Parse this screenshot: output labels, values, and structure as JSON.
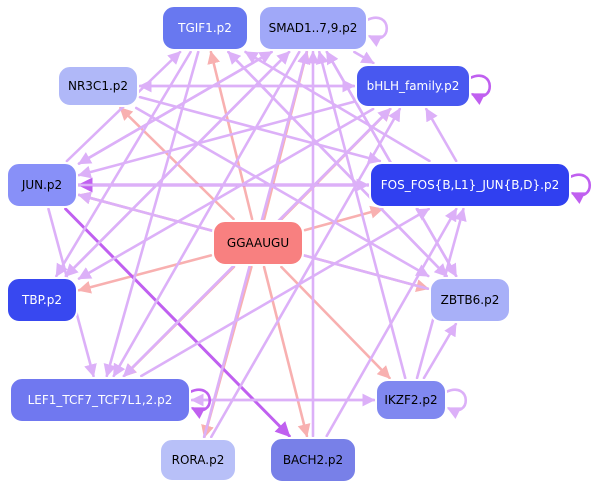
{
  "colors": {
    "center": "#f88080",
    "edge_center": "#f8b0b0",
    "edge_purple": "#dcb0f8",
    "edge_violet": "#c060f0",
    "node_border": "#ffffff",
    "text_light": "#ffffff",
    "text_dark": "#000000"
  },
  "nodes": [
    {
      "id": "tgif1",
      "label": "TGIF1.p2",
      "fill": "#6878f0",
      "text": "light"
    },
    {
      "id": "smad",
      "label": "SMAD1..7,9.p2",
      "fill": "#a0a8f8",
      "text": "dark"
    },
    {
      "id": "nr3c1",
      "label": "NR3C1.p2",
      "fill": "#b0b8f8",
      "text": "dark"
    },
    {
      "id": "bhlh",
      "label": "bHLH_family.p2",
      "fill": "#4858f0",
      "text": "light"
    },
    {
      "id": "jun",
      "label": "JUN.p2",
      "fill": "#8890f8",
      "text": "dark"
    },
    {
      "id": "fos",
      "label": "FOS_FOS{B,L1}_JUN{B,D}.p2",
      "fill": "#3040f0",
      "text": "light"
    },
    {
      "id": "center",
      "label": "GGAAUGU",
      "fill": "#f88080",
      "text": "dark"
    },
    {
      "id": "tbp",
      "label": "TBP.p2",
      "fill": "#3848f0",
      "text": "light"
    },
    {
      "id": "zbtb6",
      "label": "ZBTB6.p2",
      "fill": "#a8b0f8",
      "text": "dark"
    },
    {
      "id": "lef1",
      "label": "LEF1_TCF7_TCF7L1,2.p2",
      "fill": "#7078f0",
      "text": "light"
    },
    {
      "id": "ikzf2",
      "label": "IKZF2.p2",
      "fill": "#8088f0",
      "text": "dark"
    },
    {
      "id": "rora",
      "label": "RORA.p2",
      "fill": "#b8c0f8",
      "text": "dark"
    },
    {
      "id": "bach2",
      "label": "BACH2.p2",
      "fill": "#7880e8",
      "text": "dark"
    }
  ],
  "edges": [
    {
      "from": "center",
      "to": "tgif1",
      "kind": "center"
    },
    {
      "from": "center",
      "to": "smad",
      "kind": "center"
    },
    {
      "from": "center",
      "to": "nr3c1",
      "kind": "center"
    },
    {
      "from": "center",
      "to": "bhlh",
      "kind": "center"
    },
    {
      "from": "center",
      "to": "jun",
      "kind": "center"
    },
    {
      "from": "center",
      "to": "fos",
      "kind": "center"
    },
    {
      "from": "center",
      "to": "tbp",
      "kind": "center"
    },
    {
      "from": "center",
      "to": "zbtb6",
      "kind": "center"
    },
    {
      "from": "center",
      "to": "lef1",
      "kind": "center"
    },
    {
      "from": "center",
      "to": "ikzf2",
      "kind": "center"
    },
    {
      "from": "center",
      "to": "rora",
      "kind": "center"
    },
    {
      "from": "center",
      "to": "bach2",
      "kind": "center"
    },
    {
      "from": "jun",
      "to": "bach2",
      "kind": "violet"
    },
    {
      "from": "fos",
      "to": "jun",
      "kind": "violet"
    },
    {
      "from": "smad",
      "to": "bhlh",
      "kind": "purple"
    },
    {
      "from": "bhlh",
      "to": "nr3c1",
      "kind": "purple"
    },
    {
      "from": "bhlh",
      "to": "jun",
      "kind": "purple"
    },
    {
      "from": "bhlh",
      "to": "tbp",
      "kind": "purple"
    },
    {
      "from": "bhlh",
      "to": "lef1",
      "kind": "purple"
    },
    {
      "from": "smad",
      "to": "jun",
      "kind": "purple"
    },
    {
      "from": "smad",
      "to": "tbp",
      "kind": "purple"
    },
    {
      "from": "smad",
      "to": "lef1",
      "kind": "purple"
    },
    {
      "from": "tgif1",
      "to": "tbp",
      "kind": "purple"
    },
    {
      "from": "tgif1",
      "to": "lef1",
      "kind": "purple"
    },
    {
      "from": "nr3c1",
      "to": "fos",
      "kind": "purple"
    },
    {
      "from": "nr3c1",
      "to": "bhlh",
      "kind": "purple"
    },
    {
      "from": "jun",
      "to": "lef1",
      "kind": "purple"
    },
    {
      "from": "jun",
      "to": "tgif1",
      "kind": "purple"
    },
    {
      "from": "jun",
      "to": "fos",
      "kind": "purple"
    },
    {
      "from": "fos",
      "to": "bhlh",
      "kind": "purple"
    },
    {
      "from": "fos",
      "to": "tgif1",
      "kind": "purple"
    },
    {
      "from": "zbtb6",
      "to": "jun",
      "kind": "purple"
    },
    {
      "from": "zbtb6",
      "to": "smad",
      "kind": "purple"
    },
    {
      "from": "zbtb6",
      "to": "tgif1",
      "kind": "purple"
    },
    {
      "from": "ikzf2",
      "to": "lef1",
      "kind": "purple"
    },
    {
      "from": "ikzf2",
      "to": "zbtb6",
      "kind": "purple"
    },
    {
      "from": "ikzf2",
      "to": "smad",
      "kind": "purple"
    },
    {
      "from": "ikzf2",
      "to": "fos",
      "kind": "purple"
    },
    {
      "from": "lef1",
      "to": "fos",
      "kind": "purple"
    },
    {
      "from": "lef1",
      "to": "bhlh",
      "kind": "purple"
    },
    {
      "from": "lef1",
      "to": "ikzf2",
      "kind": "purple"
    },
    {
      "from": "rora",
      "to": "smad",
      "kind": "purple"
    },
    {
      "from": "rora",
      "to": "bhlh",
      "kind": "purple"
    },
    {
      "from": "bach2",
      "to": "smad",
      "kind": "purple"
    },
    {
      "from": "bach2",
      "to": "fos",
      "kind": "purple"
    },
    {
      "from": "tbp",
      "to": "smad",
      "kind": "purple"
    },
    {
      "from": "jun",
      "to": "smad",
      "kind": "purple"
    },
    {
      "from": "smad",
      "to": "zbtb6",
      "kind": "purple"
    },
    {
      "from": "tgif1",
      "to": "zbtb6",
      "kind": "purple"
    },
    {
      "from": "nr3c1",
      "to": "zbtb6",
      "kind": "purple"
    }
  ],
  "self_loops": [
    {
      "node": "smad",
      "kind": "purple"
    },
    {
      "node": "bhlh",
      "kind": "violet"
    },
    {
      "node": "fos",
      "kind": "violet"
    },
    {
      "node": "lef1",
      "kind": "violet"
    },
    {
      "node": "ikzf2",
      "kind": "purple"
    }
  ]
}
